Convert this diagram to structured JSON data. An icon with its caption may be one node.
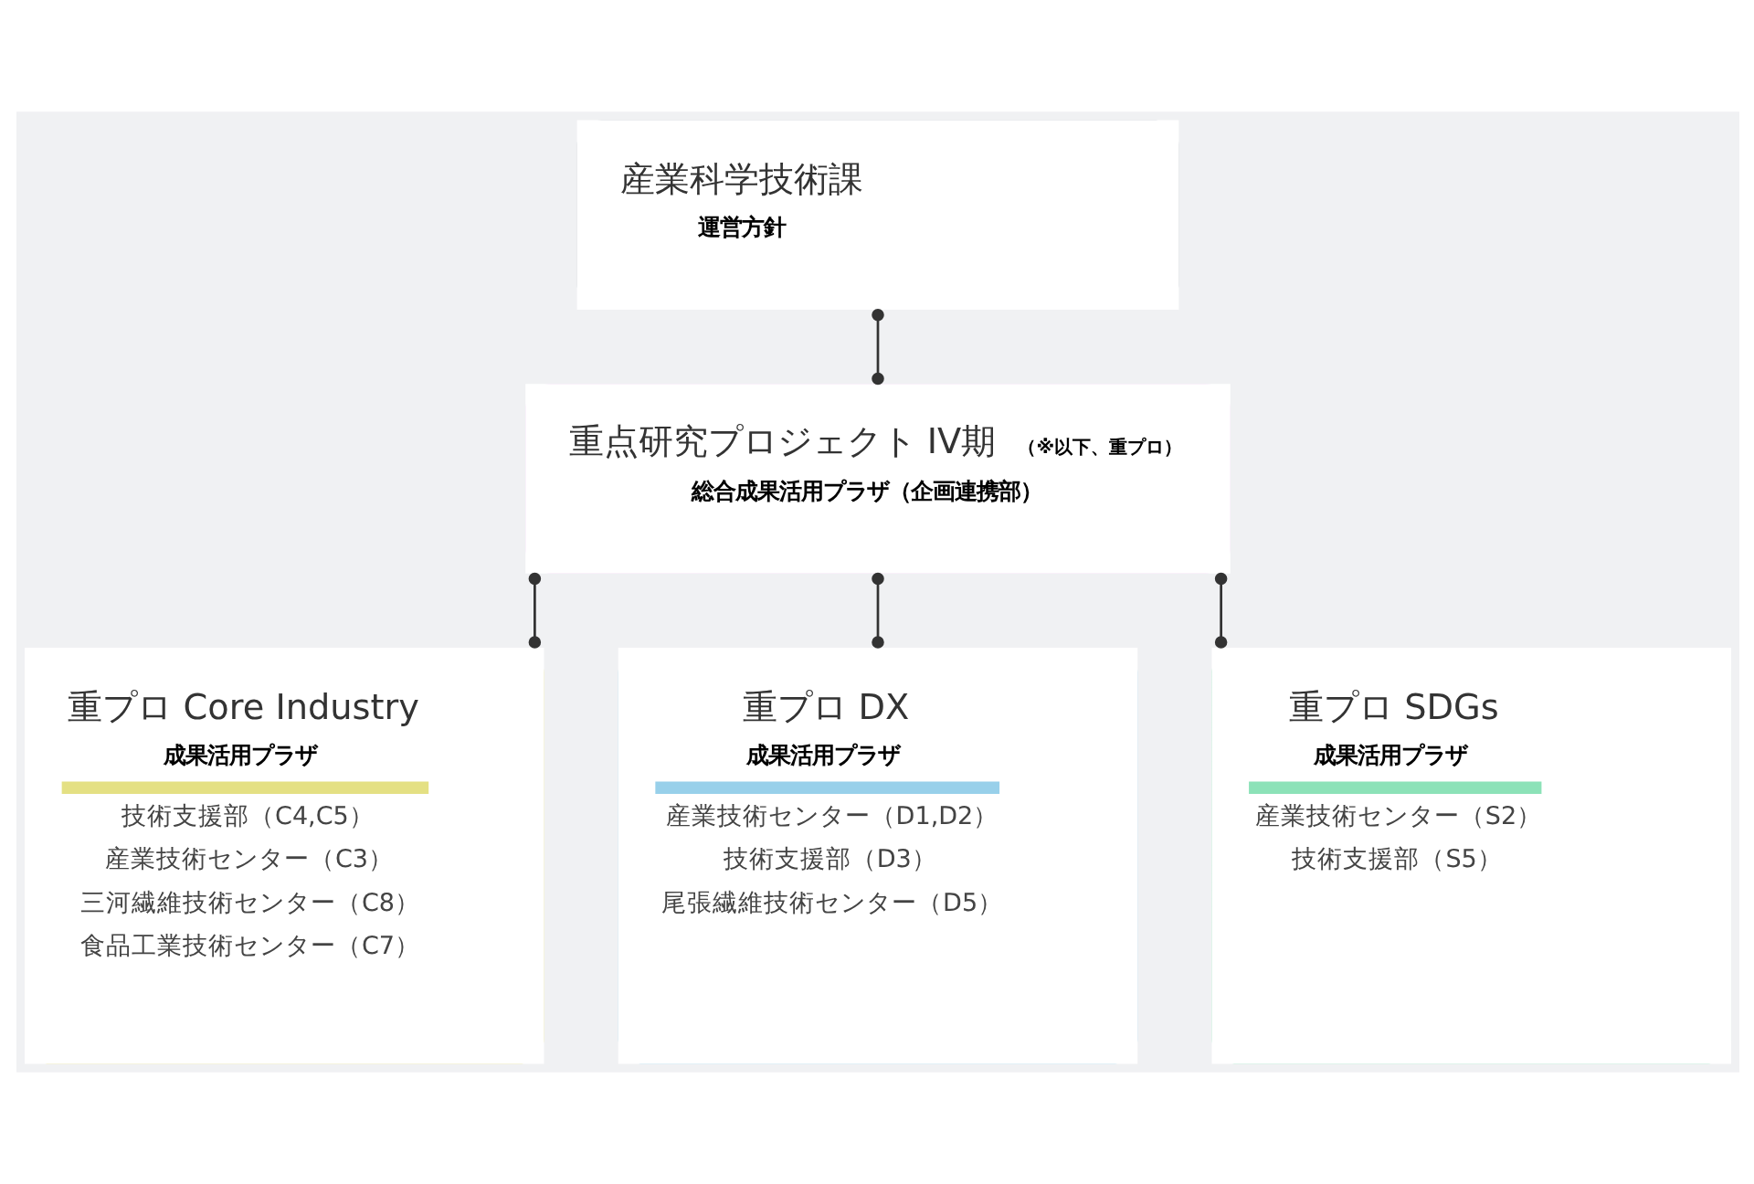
{
  "diagram": {
    "nodes": [
      {
        "text": [
          "産業科学技術課",
          "運営方針"
        ]
      },
      {
        "text": [
          "重点研究プロジェクト IV期",
          "（※以下、重プロ）",
          "総合成果活用プラザ（企画連携部）"
        ]
      },
      {
        "text": [
          "重プロ Core Industry",
          "成果活用プラザ",
          "技術支援部（C4,C5）",
          "産業技術センター（C3）",
          "三河繊維技術センター（C8）",
          "食品工業技術センター（C7）"
        ]
      },
      {
        "text": [
          "重プロ DX",
          "成果活用プラザ",
          "産業技術センター（D1,D2）",
          "技術支援部（D3）",
          "尾張繊維技術センター（D5）"
        ]
      },
      {
        "text": [
          "重プロ SDGs",
          "成果活用プラザ",
          "産業技術センター（S2）",
          "技術支援部（S5）"
        ]
      }
    ],
    "edges": [
      {
        "from": 0,
        "to": 1,
        "arrow": "other"
      },
      {
        "from": 1,
        "to": 2,
        "arrow": "other"
      },
      {
        "from": 1,
        "to": 3,
        "arrow": "other"
      },
      {
        "from": 1,
        "to": 4,
        "arrow": "other"
      }
    ]
  }
}
